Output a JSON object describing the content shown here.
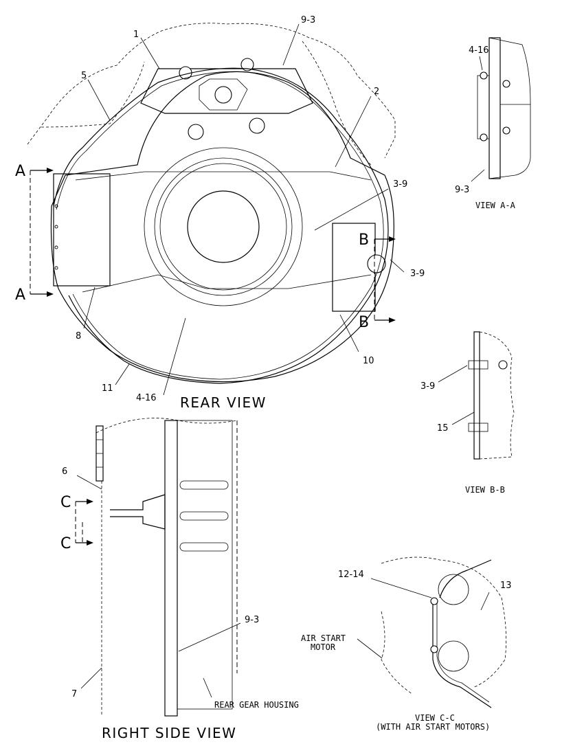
{
  "views": {
    "rear": {
      "title": "REAR VIEW"
    },
    "right_side": {
      "title": "RIGHT SIDE VIEW"
    },
    "view_aa": {
      "title": "VIEW A-A"
    },
    "view_bb": {
      "title": "VIEW B-B"
    },
    "view_cc": {
      "title": "VIEW C-C",
      "subtitle": "(WITH AIR START MOTORS)"
    }
  },
  "section_marks": {
    "a": "A",
    "b": "B",
    "c": "C"
  },
  "callouts": {
    "rear": [
      "1",
      "9-3",
      "5",
      "2",
      "3-9",
      "3-9",
      "8",
      "10",
      "11",
      "4-16"
    ],
    "view_aa": [
      "4-16",
      "9-3"
    ],
    "view_bb": [
      "3-9",
      "15"
    ],
    "right_side": [
      "6",
      "9-3",
      "7"
    ],
    "view_cc": [
      "12-14",
      "13"
    ]
  },
  "labels": {
    "rear_gear_housing": "REAR GEAR HOUSING",
    "air_start_motor_line1": "AIR START",
    "air_start_motor_line2": "MOTOR"
  }
}
